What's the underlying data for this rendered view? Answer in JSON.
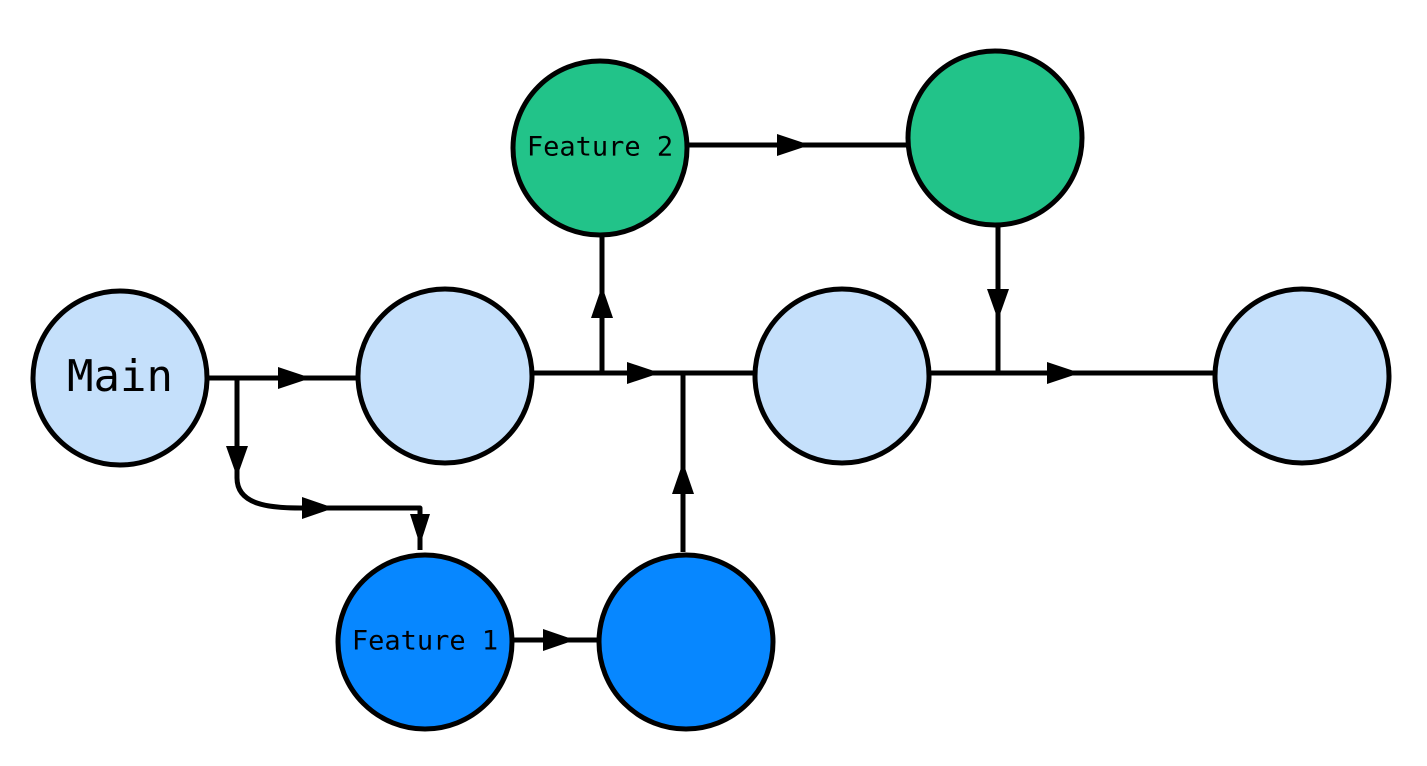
{
  "diagram": {
    "type": "git-branching",
    "nodes": {
      "main_1": {
        "label": "Main",
        "branch": "main"
      },
      "main_2": {
        "label": "",
        "branch": "main"
      },
      "main_3": {
        "label": "",
        "branch": "main"
      },
      "main_4": {
        "label": "",
        "branch": "main"
      },
      "feature2_1": {
        "label": "Feature 2",
        "branch": "feature2"
      },
      "feature2_2": {
        "label": "",
        "branch": "feature2"
      },
      "feature1_1": {
        "label": "Feature 1",
        "branch": "feature1"
      },
      "feature1_2": {
        "label": "",
        "branch": "feature1"
      }
    },
    "edges": [
      {
        "from": "main_1",
        "to": "main_2"
      },
      {
        "from": "main_1",
        "to": "feature1_1"
      },
      {
        "from": "main_2",
        "to": "feature2_1"
      },
      {
        "from": "main_2",
        "to": "main_3"
      },
      {
        "from": "feature1_1",
        "to": "feature1_2"
      },
      {
        "from": "feature1_2",
        "to": "main_3"
      },
      {
        "from": "feature2_1",
        "to": "feature2_2"
      },
      {
        "from": "feature2_2",
        "to": "main_4"
      },
      {
        "from": "main_3",
        "to": "main_4"
      }
    ]
  },
  "colors": {
    "main": "#c5e0fb",
    "feature1": "#0787ff",
    "feature2": "#22c389",
    "stroke": "#000000"
  }
}
